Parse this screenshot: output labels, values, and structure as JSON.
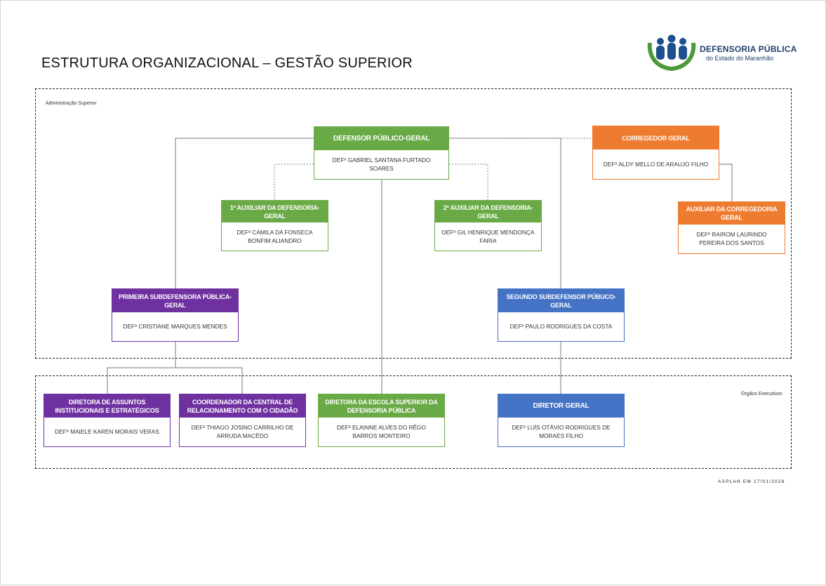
{
  "title": "ESTRUTURA ORGANIZACIONAL – GESTÃO SUPERIOR",
  "logo": {
    "name": "DEFENSORIA PÚBLICA",
    "subtitle": "do Estado do Maranhão"
  },
  "regions": {
    "upper": "Administração Superior",
    "lower": "Órgãos Executivos"
  },
  "nodes": {
    "defensor_geral": {
      "title": "DEFENSOR PÚBLICO-GERAL",
      "name": "DEFº GABRIEL SANTANA FURTADO SOARES"
    },
    "corregedor": {
      "title": "CORREGEDOR GERAL",
      "name": "DEFº ALDY MELLO DE ARAUJO FILHO"
    },
    "aux_corregedoria": {
      "title": "AUXILIAR DA CORREGEDORIA GERAL",
      "name": "DEFº RAIROM LAURINDO PEREIRA DOS SANTOS"
    },
    "aux1": {
      "title": "1ª AUXILIAR DA DEFENSORIA-GERAL",
      "name": "DEFª CAMILA DA FONSECA BONFIM ALIANDRO"
    },
    "aux2": {
      "title": "2º AUXILIAR DA DEFENSORIA-GERAL",
      "name": "DEFº GIL HENRIQUE MENDONÇA FARIA"
    },
    "sub1": {
      "title": "PRIMEIRA SUBDEFENSORA PÚBLICA-GERAL",
      "name": "DEFª CRISTIANE MARQUES MENDES"
    },
    "sub2": {
      "title": "SEGUNDO SUBDEFENSOR PÚBUCO-GERAL",
      "name": "DEFº PAULO RODRIGUES DA COSTA"
    },
    "dir_assuntos": {
      "title": "DIRETORA DE ASSUNTOS INSTITUCIONAIS E ESTRATÉGICOS",
      "name": "DEFª MAIELE KAREN MORAIS VERAS"
    },
    "coord_central": {
      "title": "COORDENADOR DA CENTRAL DE RELACIONAMENTO COM O CIDADÃO",
      "name": "DEFº THIAGO JOSINO CARRILHO DE ARRUDA MACÊDO"
    },
    "dir_escola": {
      "title": "DIRETORA DA ESCOLA SUPERIOR DA DEFENSORIA PÚBLICA",
      "name": "DEFª ELAINNE ALVES DO RÊGO BARROS MONTEIRO"
    },
    "diretor_geral": {
      "title": "DIRETOR GERAL",
      "name": "DEFº LUÍS OTÁVIO RODRIGUES DE MORAES FILHO"
    }
  },
  "footer": "ASPLAN EM 27/01/2026",
  "colors": {
    "green": "#6aaa46",
    "orange": "#ee7c30",
    "purple": "#7031a0",
    "blue": "#4472c4",
    "logo_blue": "#1e3f6e"
  }
}
